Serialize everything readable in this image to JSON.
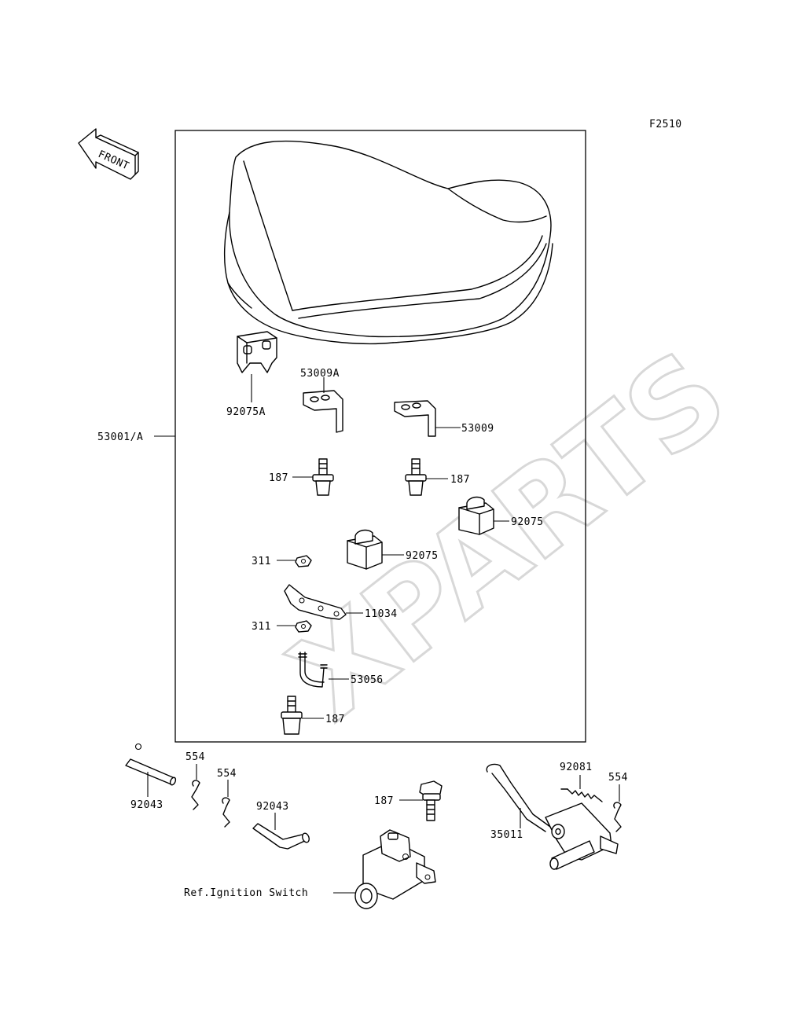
{
  "figure_code": "F2510",
  "front_arrow_label": "FRONT",
  "watermark": "XPARTS",
  "labels": {
    "seat_assy": "53001/A",
    "cap_a": "92075A",
    "bracket_a": "53009A",
    "bracket": "53009",
    "bolt_left": "187",
    "bolt_right": "187",
    "cap_right": "92075",
    "cap_center": "92075",
    "nut_upper": "311",
    "plate": "11034",
    "nut_lower": "311",
    "hook": "53056",
    "bolt_bottom": "187",
    "hose_left": "92043",
    "pin_1": "554",
    "pin_2": "554",
    "hose_bent": "92043",
    "bolt_lock": "187",
    "ignition_ref": "Ref.Ignition Switch",
    "spring": "92081",
    "pin_3": "554",
    "lever": "35011"
  }
}
